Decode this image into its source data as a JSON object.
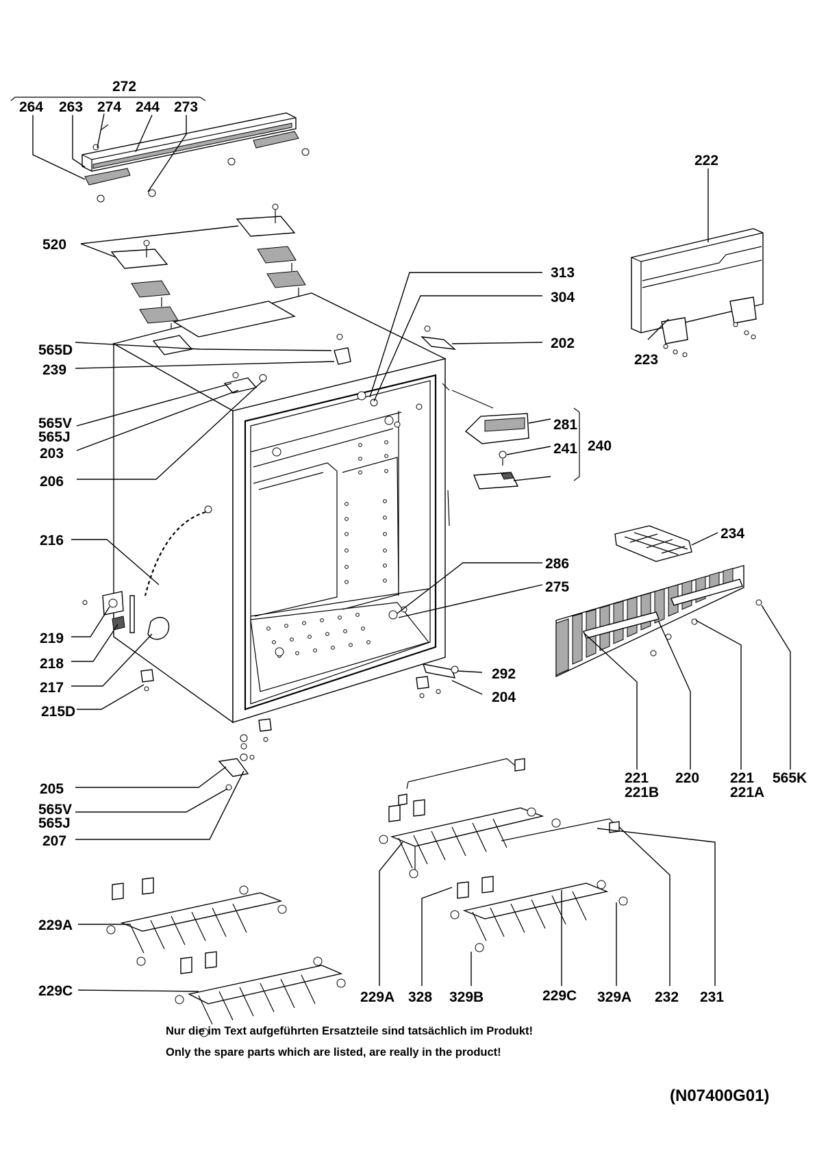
{
  "labels": {
    "l272": "272",
    "l264": "264",
    "l263": "263",
    "l274": "274",
    "l244": "244",
    "l273": "273",
    "l222": "222",
    "l520": "520",
    "l313": "313",
    "l304": "304",
    "l202": "202",
    "l565D": "565D",
    "l223": "223",
    "l239": "239",
    "l565V_a": "565V",
    "l565J_a": "565J",
    "l203": "203",
    "l281": "281",
    "l241": "241",
    "l240": "240",
    "l206": "206",
    "l216": "216",
    "l234": "234",
    "l286": "286",
    "l275": "275",
    "l219": "219",
    "l218": "218",
    "l292": "292",
    "l217": "217",
    "l204": "204",
    "l215D": "215D",
    "l221_b": "221",
    "l221B": "221B",
    "l220": "220",
    "l221_a": "221",
    "l221A": "221A",
    "l565K": "565K",
    "l205": "205",
    "l565V_b": "565V",
    "l565J_b": "565J",
    "l207": "207",
    "l229A_l": "229A",
    "l229C_l": "229C",
    "l229A_b": "229A",
    "l328": "328",
    "l329B": "329B",
    "l229C_b": "229C",
    "l329A": "329A",
    "l232": "232",
    "l231": "231"
  },
  "notes": {
    "german": "Nur die im Text aufgeführten Ersatzteile sind tatsächlich im Produkt!",
    "english": "Only the spare parts which are listed, are really in the product!"
  },
  "drawing_code": "(N07400G01)"
}
